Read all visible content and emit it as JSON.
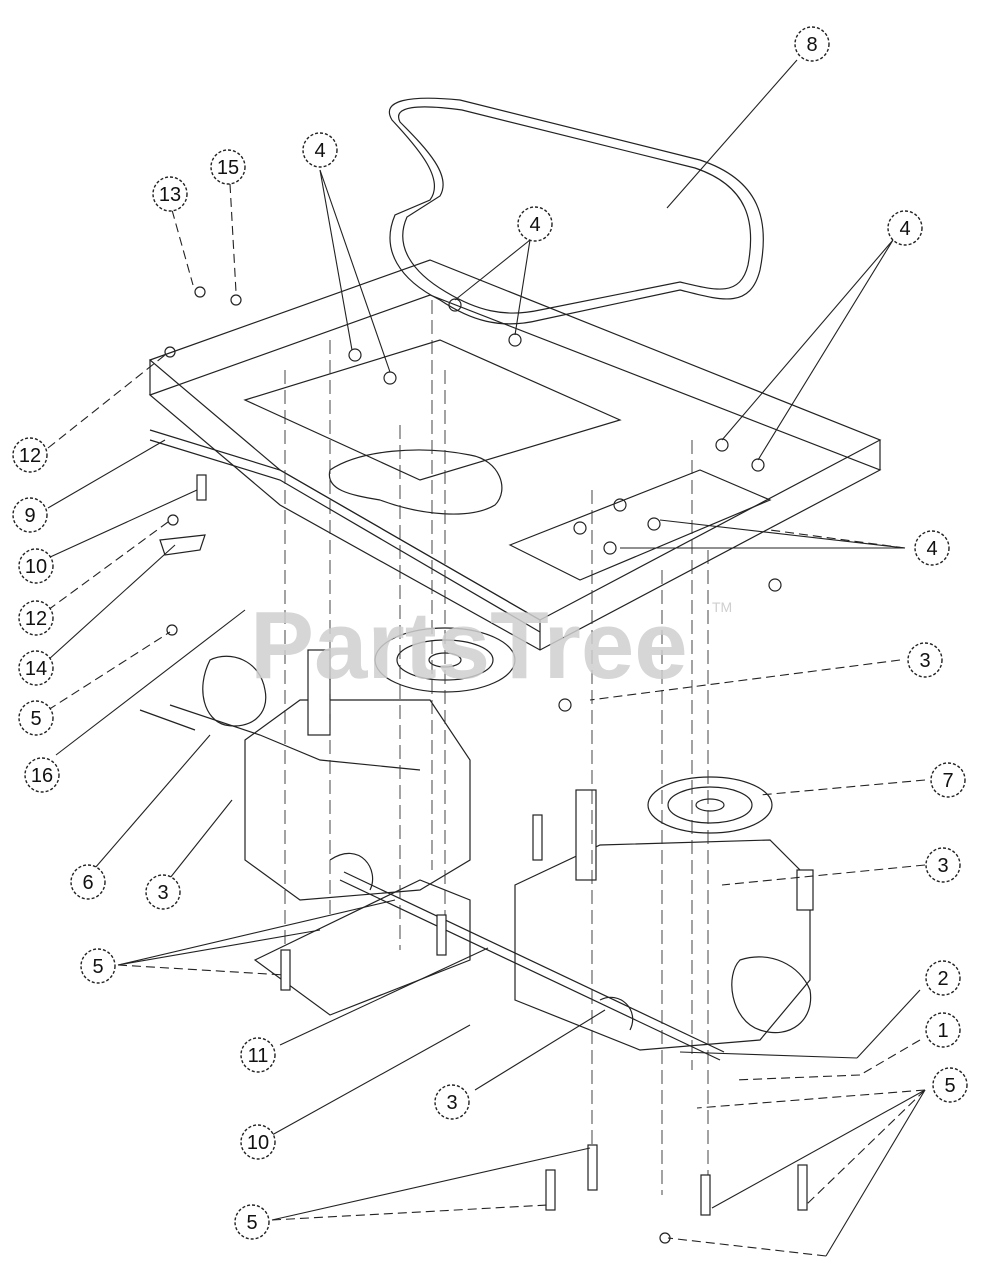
{
  "watermark": {
    "text": "PartsTree",
    "tm": "TM"
  },
  "callouts": [
    {
      "label": "8"
    },
    {
      "label": "15"
    },
    {
      "label": "13"
    },
    {
      "label": "4"
    },
    {
      "label": "4"
    },
    {
      "label": "4"
    },
    {
      "label": "12"
    },
    {
      "label": "9"
    },
    {
      "label": "10"
    },
    {
      "label": "12"
    },
    {
      "label": "14"
    },
    {
      "label": "5"
    },
    {
      "label": "16"
    },
    {
      "label": "4"
    },
    {
      "label": "3"
    },
    {
      "label": "7"
    },
    {
      "label": "3"
    },
    {
      "label": "6"
    },
    {
      "label": "3"
    },
    {
      "label": "5"
    },
    {
      "label": "2"
    },
    {
      "label": "1"
    },
    {
      "label": "11"
    },
    {
      "label": "3"
    },
    {
      "label": "5"
    },
    {
      "label": "10"
    },
    {
      "label": "5"
    }
  ],
  "colors": {
    "line": "#222222",
    "watermark": "#cfcfcf",
    "background": "#ffffff"
  }
}
